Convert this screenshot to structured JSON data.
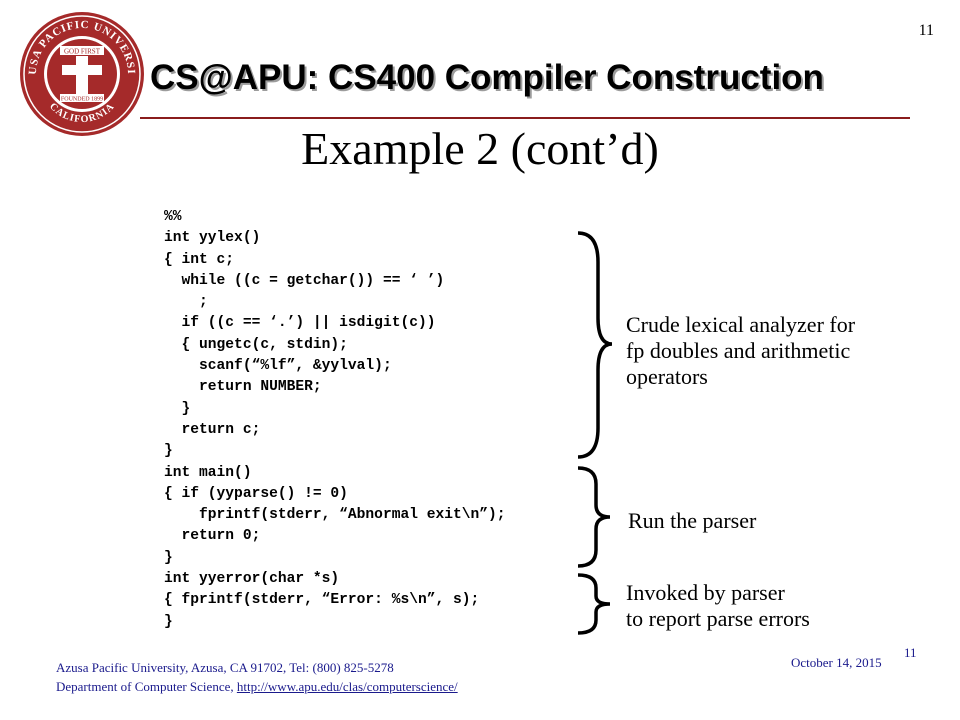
{
  "header": {
    "title": "CS@APU: CS400 Compiler Construction",
    "page_number": "11",
    "rule_color": "#8a1c1c"
  },
  "seal": {
    "ring_text": "AZUSA PACIFIC UNIVERSITY",
    "motto": "GOD FIRST",
    "founded": "FOUNDED 1899",
    "state": "CALIFORNIA",
    "color": "#a52a2a"
  },
  "slide": {
    "title": "Example 2 (cont’d)"
  },
  "code": {
    "lines": [
      "%%",
      "int yylex()",
      "{ int c;",
      "  while ((c = getchar()) == ‘ ’)",
      "    ;",
      "  if ((c == ‘.’) || isdigit(c))",
      "  { ungetc(c, stdin);",
      "    scanf(“%lf”, &yylval);",
      "    return NUMBER;",
      "  }",
      "  return c;",
      "}",
      "int main()",
      "{ if (yyparse() != 0)",
      "    fprintf(stderr, “Abnormal exit\\n”);",
      "  return 0;",
      "}",
      "int yyerror(char *s)",
      "{ fprintf(stderr, “Error: %s\\n”, s);",
      "}"
    ]
  },
  "annotations": {
    "lexer": [
      "Crude lexical analyzer for",
      "fp doubles and arithmetic",
      "operators"
    ],
    "parser": [
      "Run the parser"
    ],
    "errors": [
      "Invoked by parser",
      "to report parse errors"
    ]
  },
  "footer": {
    "line1": "Azusa Pacific University, Azusa, CA 91702, Tel: (800) 825-5278",
    "line2_prefix": "Department of Computer Science, ",
    "link": "http://www.apu.edu/clas/computerscience/",
    "date": "October 14, 2015",
    "page_number": "11",
    "color": "#1a1a8c"
  }
}
